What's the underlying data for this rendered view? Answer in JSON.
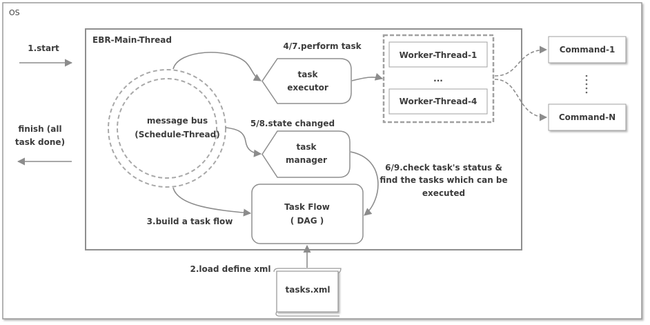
{
  "os_label": "OS",
  "main_thread_label": "EBR-Main-Thread",
  "steps": {
    "start": "1.start",
    "finish_line1": "finish (all",
    "finish_line2": "task done)",
    "load_xml": "2.load define xml",
    "build_flow": "3.build a task flow",
    "perform_task": "4/7.perform  task",
    "state_changed": "5/8.state changed",
    "check_line1": "6/9.check task's status &",
    "check_line2": "find the tasks which can be",
    "check_line3": "executed"
  },
  "message_bus": {
    "line1": "message bus",
    "line2": "(Schedule-Thread)"
  },
  "task_executor": {
    "line1": "task",
    "line2": "executor"
  },
  "task_manager": {
    "line1": "task",
    "line2": "manager"
  },
  "task_flow": {
    "line1": "Task Flow",
    "line2": "( DAG )"
  },
  "workers": {
    "first": "Worker-Thread-1",
    "ellipsis": "...",
    "last": "Worker-Thread-4"
  },
  "commands": {
    "first": "Command-1",
    "last": "Command-N"
  },
  "tasks_file": "tasks.xml"
}
